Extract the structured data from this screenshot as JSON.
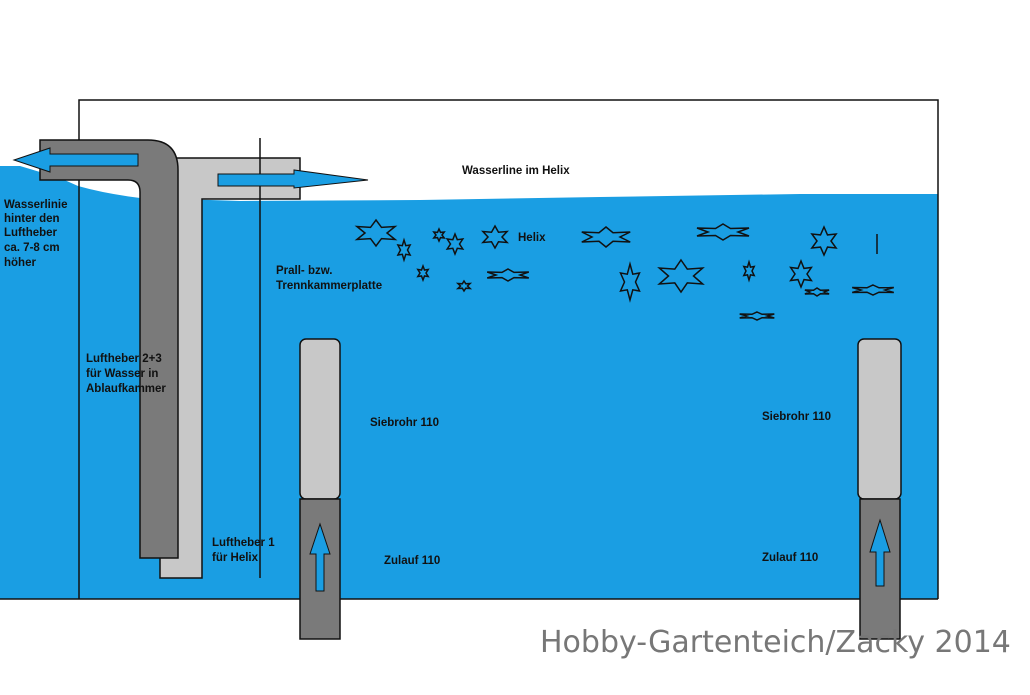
{
  "labels": {
    "wasserline_helix": "Wasserline im Helix",
    "wasserlinie_hinter": [
      "Wasserlinie",
      "hinter den",
      "Luftheber",
      "ca. 7-8 cm",
      "höher"
    ],
    "prall_platte": [
      "Prall- bzw.",
      "Trennkammerplatte"
    ],
    "helix": "Helix",
    "luftheber_23": [
      "Luftheber 2+3",
      "für Wasser in",
      "Ablaufkammer"
    ],
    "luftheber_1": [
      "Luftheber 1",
      "für Helix"
    ],
    "siebrohr_left": "Siebrohr 110",
    "siebrohr_right": "Siebrohr 110",
    "zulauf_left": "Zulauf 110",
    "zulauf_right": "Zulauf 110"
  },
  "watermark": "Hobby-Gartenteich/Zacky 2014",
  "colors": {
    "water": "#1a9ee3",
    "pipe_dark": "#7a7a7a",
    "pipe_light": "#c8c8c8",
    "outline": "#111111",
    "arrow": "#1a9ee3"
  }
}
